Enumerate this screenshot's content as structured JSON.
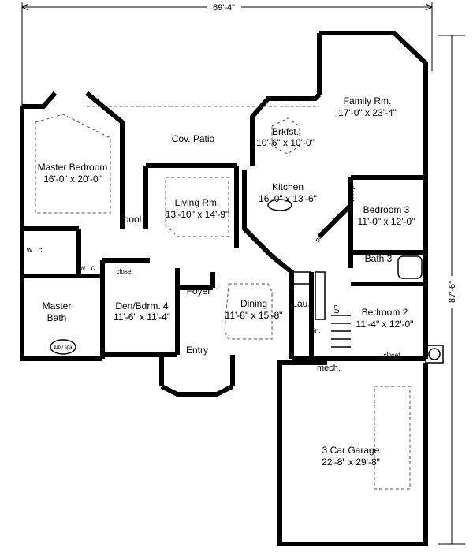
{
  "dimensions": {
    "width": "69'-4\"",
    "depth": "87'-6\""
  },
  "rooms": {
    "family": {
      "name": "Family Rm.",
      "size": "17'-0\" x 23'-4\""
    },
    "patio": {
      "name": "Cov. Patio"
    },
    "brkfst": {
      "name": "Brkfst.",
      "size": "10'-6\" x 10'-0\""
    },
    "master_bed": {
      "name": "Master Bedroom",
      "size": "16'-0\" x 20'-0\""
    },
    "living": {
      "name": "Living Rm.",
      "size": "13'-10\" x 14'-9\""
    },
    "kitchen": {
      "name": "Kitchen",
      "size": "16'-0\" x 13'-6\""
    },
    "bed3": {
      "name": "Bedroom 3",
      "size": "11'-0\" x 12'-0\""
    },
    "pool": {
      "name": "pool"
    },
    "wic1": {
      "name": "w.i.c."
    },
    "wic2": {
      "name": "w.i.c."
    },
    "closet_den": {
      "name": "closet"
    },
    "closet_bed3": {
      "name": "closet"
    },
    "closet_bed2": {
      "name": "closet"
    },
    "pantry": {
      "name": "pantry"
    },
    "bath3": {
      "name": "Bath 3"
    },
    "master_bath": {
      "name": "Master Bath"
    },
    "den": {
      "name": "Den/Bdrm. 4",
      "size": "11'-6\" x 11'-4\""
    },
    "foyer": {
      "name": "Foyer"
    },
    "dining": {
      "name": "Dining",
      "size": "11'-8\" x 15'-8\""
    },
    "laundry": {
      "name": "Lau."
    },
    "linen": {
      "name": "Lin."
    },
    "up": {
      "name": "UP"
    },
    "bed2": {
      "name": "Bedroom 2",
      "size": "11'-4\" x 12'-0\""
    },
    "tub": {
      "name": "tub / spa"
    },
    "entry": {
      "name": "Entry"
    },
    "mech": {
      "name": "mech."
    },
    "garage": {
      "name": "3 Car Garage",
      "size": "22'-8\" x 29'-8\""
    }
  }
}
